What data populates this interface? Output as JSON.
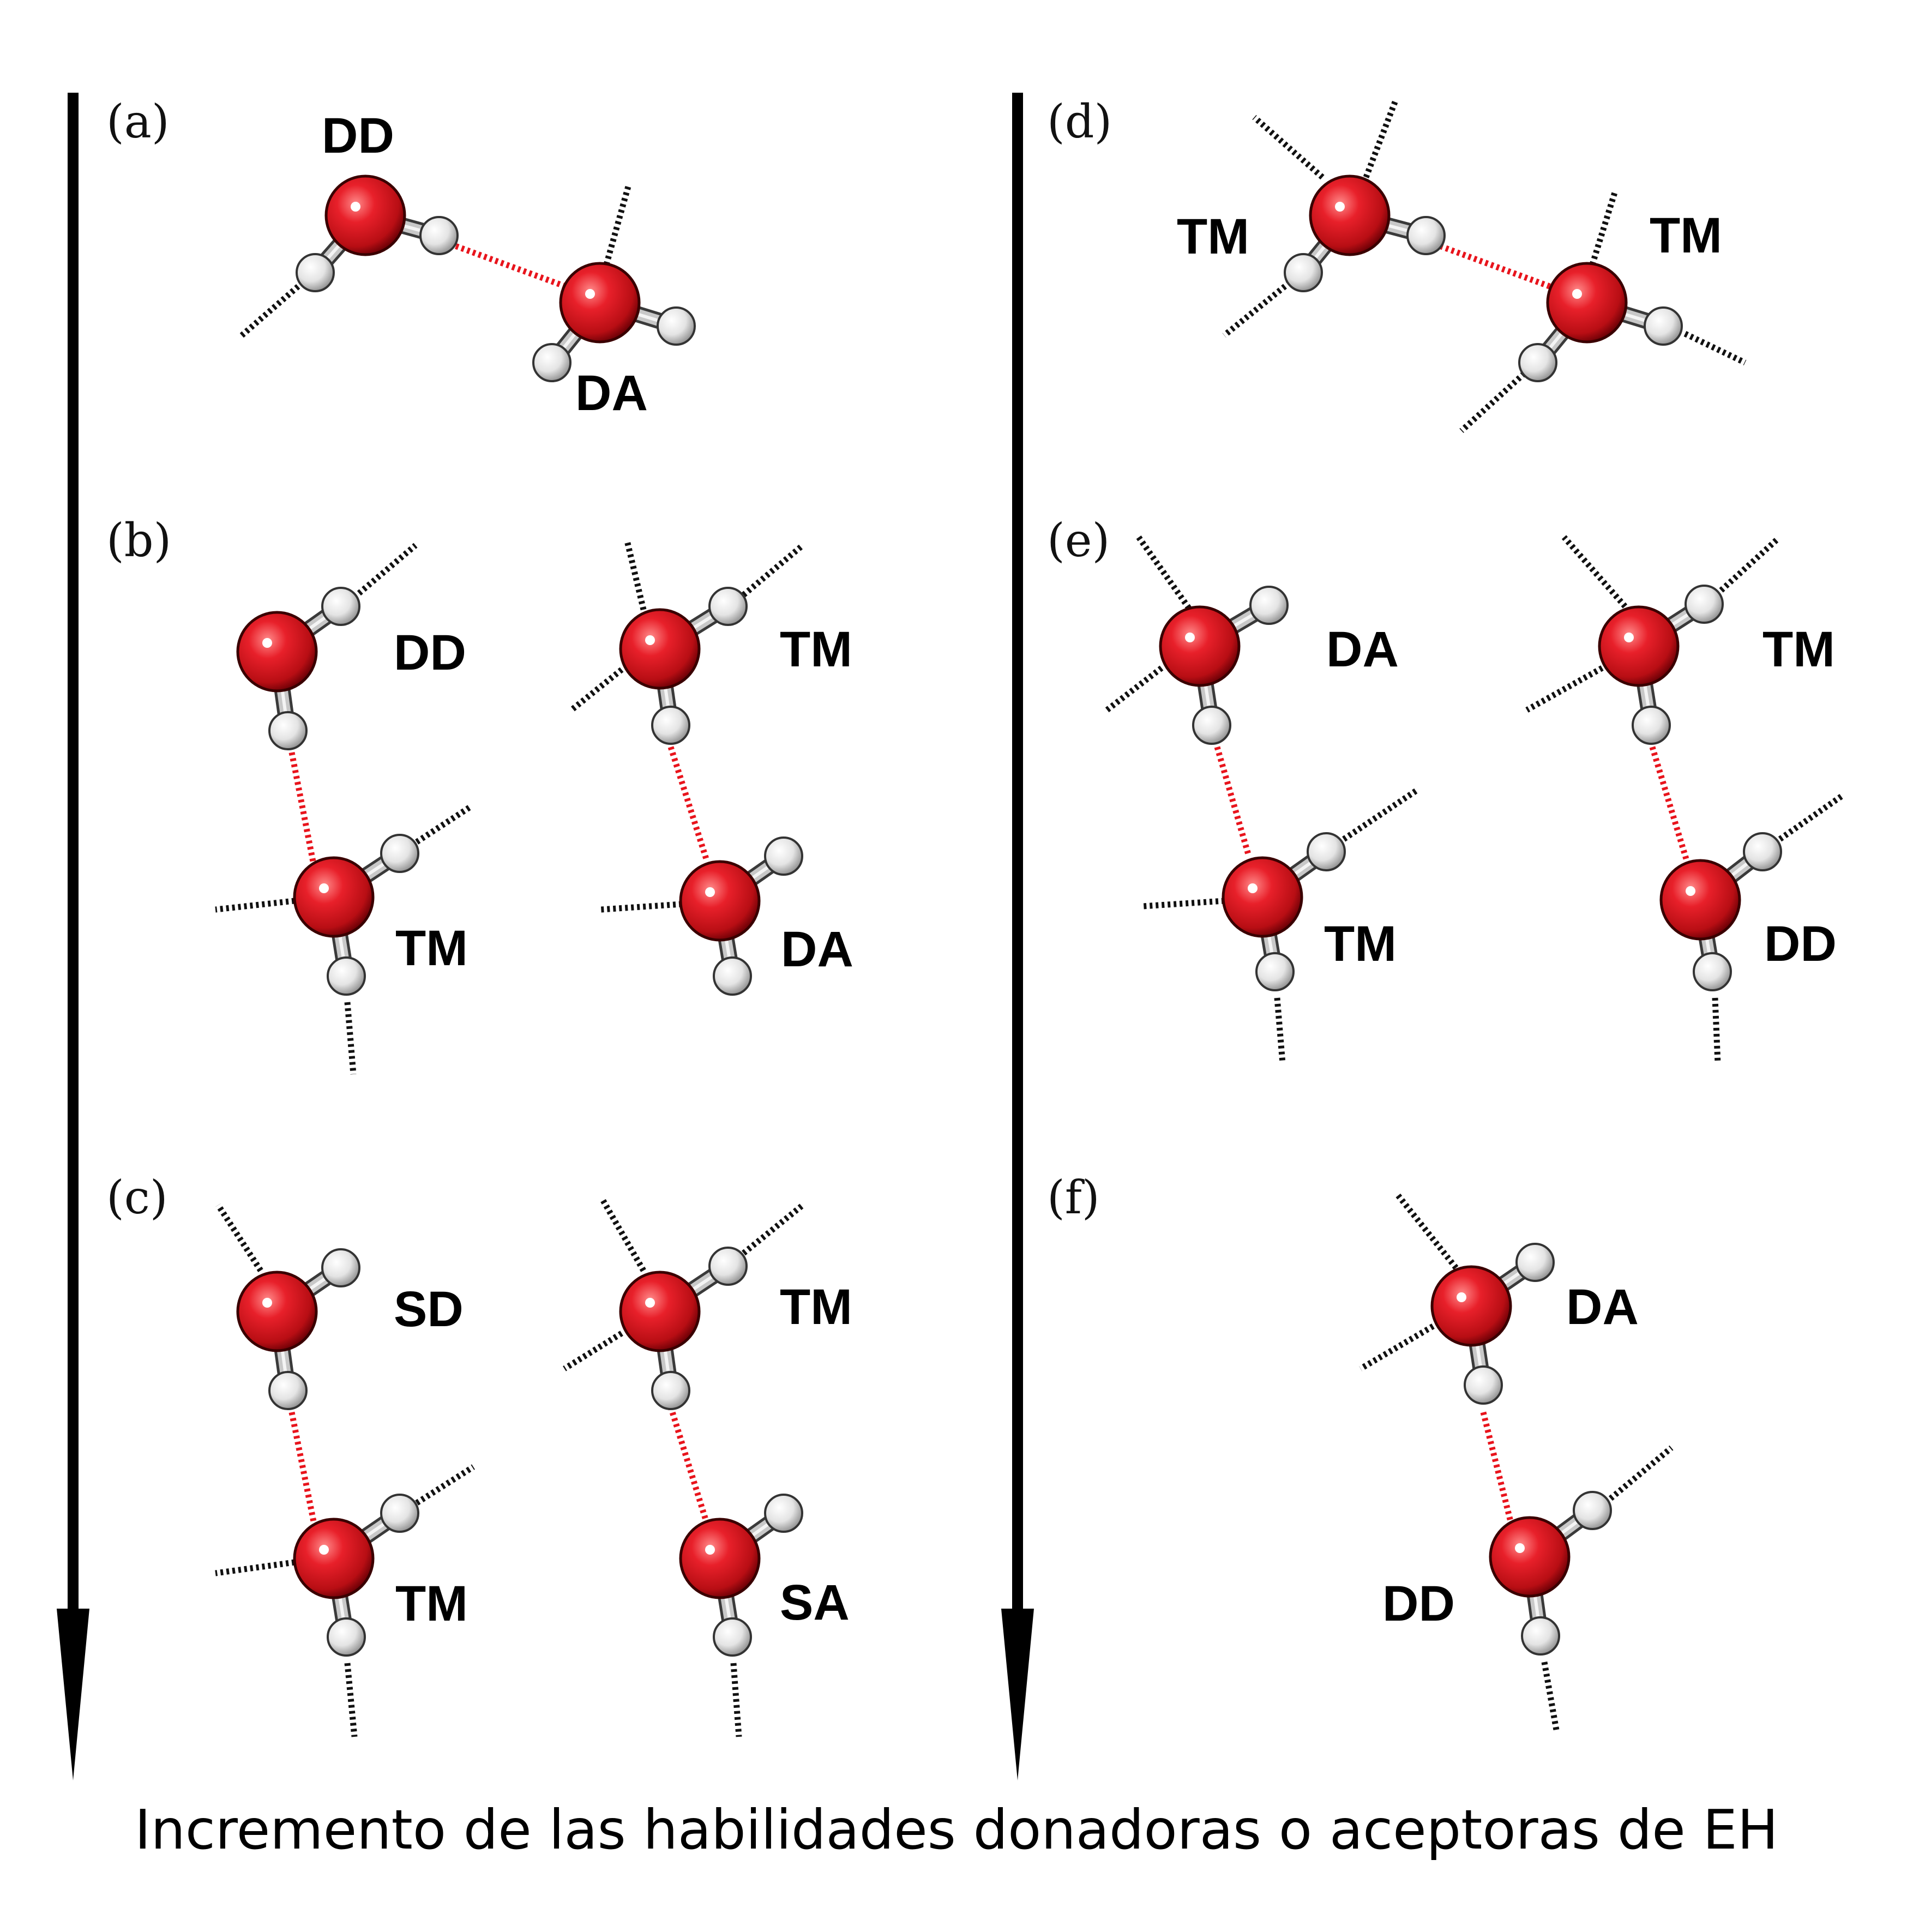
{
  "caption": "Incremento de las habilidades donadoras o aceptoras de EH",
  "colors": {
    "oxygen": "#e01a22",
    "hydrogen": "#e8e8e8",
    "hydrogen_bond": "#e8141c",
    "neighbor_bond": "#111111",
    "arrow": "#000000"
  },
  "panels": [
    {
      "letter": "(a)",
      "labels": [
        "DD",
        "DA"
      ]
    },
    {
      "letter": "(b)",
      "labels": [
        "DD",
        "TM",
        "TM",
        "DA"
      ]
    },
    {
      "letter": "(c)",
      "labels": [
        "SD",
        "TM",
        "TM",
        "SA"
      ]
    },
    {
      "letter": "(d)",
      "labels": [
        "TM",
        "TM"
      ]
    },
    {
      "letter": "(e)",
      "labels": [
        "DA",
        "TM",
        "TM",
        "DD"
      ]
    },
    {
      "letter": "(f)",
      "labels": [
        "DA",
        "DD"
      ]
    }
  ]
}
